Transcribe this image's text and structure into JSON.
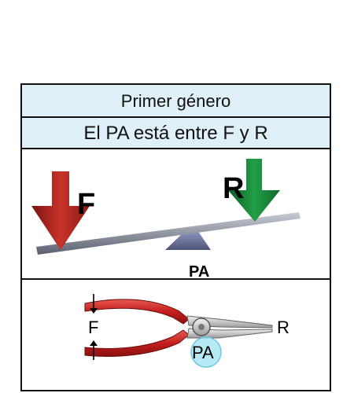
{
  "header": {
    "title": "Primer género",
    "subtitle": "El PA está entre F y R"
  },
  "lever": {
    "force_label": "F",
    "resistance_label": "R",
    "fulcrum_label": "PA"
  },
  "pliers": {
    "force_label": "F",
    "resistance_label": "R",
    "fulcrum_label": "PA"
  },
  "colors": {
    "header_bg": "#dff0f8",
    "force_arrow": "#b22a22",
    "resistance_arrow": "#1a8a3a",
    "handle": "#d42a2a",
    "fulcrum_circle": "#9fe3f2"
  }
}
